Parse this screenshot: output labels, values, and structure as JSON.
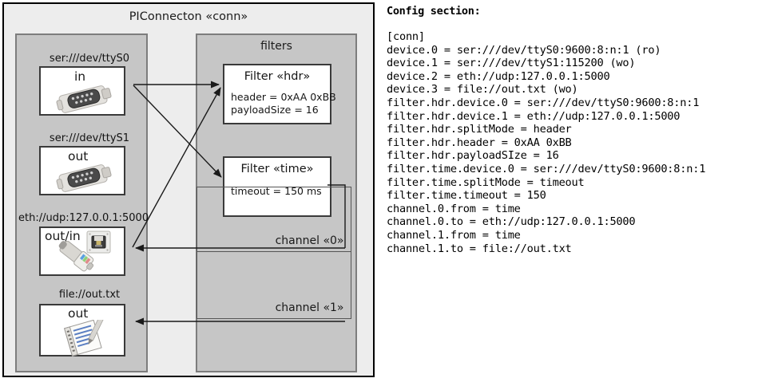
{
  "diagram": {
    "title": "PIConnecton «conn»",
    "devices_group": {
      "title": ""
    },
    "filters_group": {
      "title": "filters"
    },
    "devices": [
      {
        "label": "ser:///dev/ttyS0",
        "direction": "in",
        "icon": "serial-port-icon"
      },
      {
        "label": "ser:///dev/ttyS1",
        "direction": "out",
        "icon": "serial-port-icon"
      },
      {
        "label": "eth://udp:127.0.0.1:5000",
        "direction": "out/in",
        "icon": "ethernet-jack-icon"
      },
      {
        "label": "file://out.txt",
        "direction": "out",
        "icon": "text-file-icon"
      }
    ],
    "filters": [
      {
        "title": "Filter «hdr»",
        "props": [
          "header = 0xAA 0xBB",
          "payloadSize = 16"
        ]
      },
      {
        "title": "Filter «time»",
        "props": [
          "timeout = 150 ms"
        ]
      }
    ],
    "channels": [
      {
        "label": "channel «0»"
      },
      {
        "label": "channel «1»"
      }
    ]
  },
  "config": {
    "heading": "Config section:",
    "lines": "[conn]\ndevice.0 = ser:///dev/ttyS0:9600:8:n:1 (ro)\ndevice.1 = ser:///dev/ttyS1:115200 (wo)\ndevice.2 = eth://udp:127.0.0.1:5000\ndevice.3 = file://out.txt (wo)\nfilter.hdr.device.0 = ser:///dev/ttyS0:9600:8:n:1\nfilter.hdr.device.1 = eth://udp:127.0.0.1:5000\nfilter.hdr.splitMode = header\nfilter.hdr.header = 0xAA 0xBB\nfilter.hdr.payloadSIze = 16\nfilter.time.device.0 = ser:///dev/ttyS0:9600:8:n:1\nfilter.time.splitMode = timeout\nfilter.time.timeout = 150\nchannel.0.from = time\nchannel.0.to = eth://udp:127.0.0.1:5000\nchannel.1.from = time\nchannel.1.to = file://out.txt"
  },
  "colors": {
    "canvas": "#ffffff",
    "frame_fill": "#ededed",
    "group_fill": "#c6c6c6",
    "box_fill": "#ffffff",
    "stroke": "#000000"
  }
}
